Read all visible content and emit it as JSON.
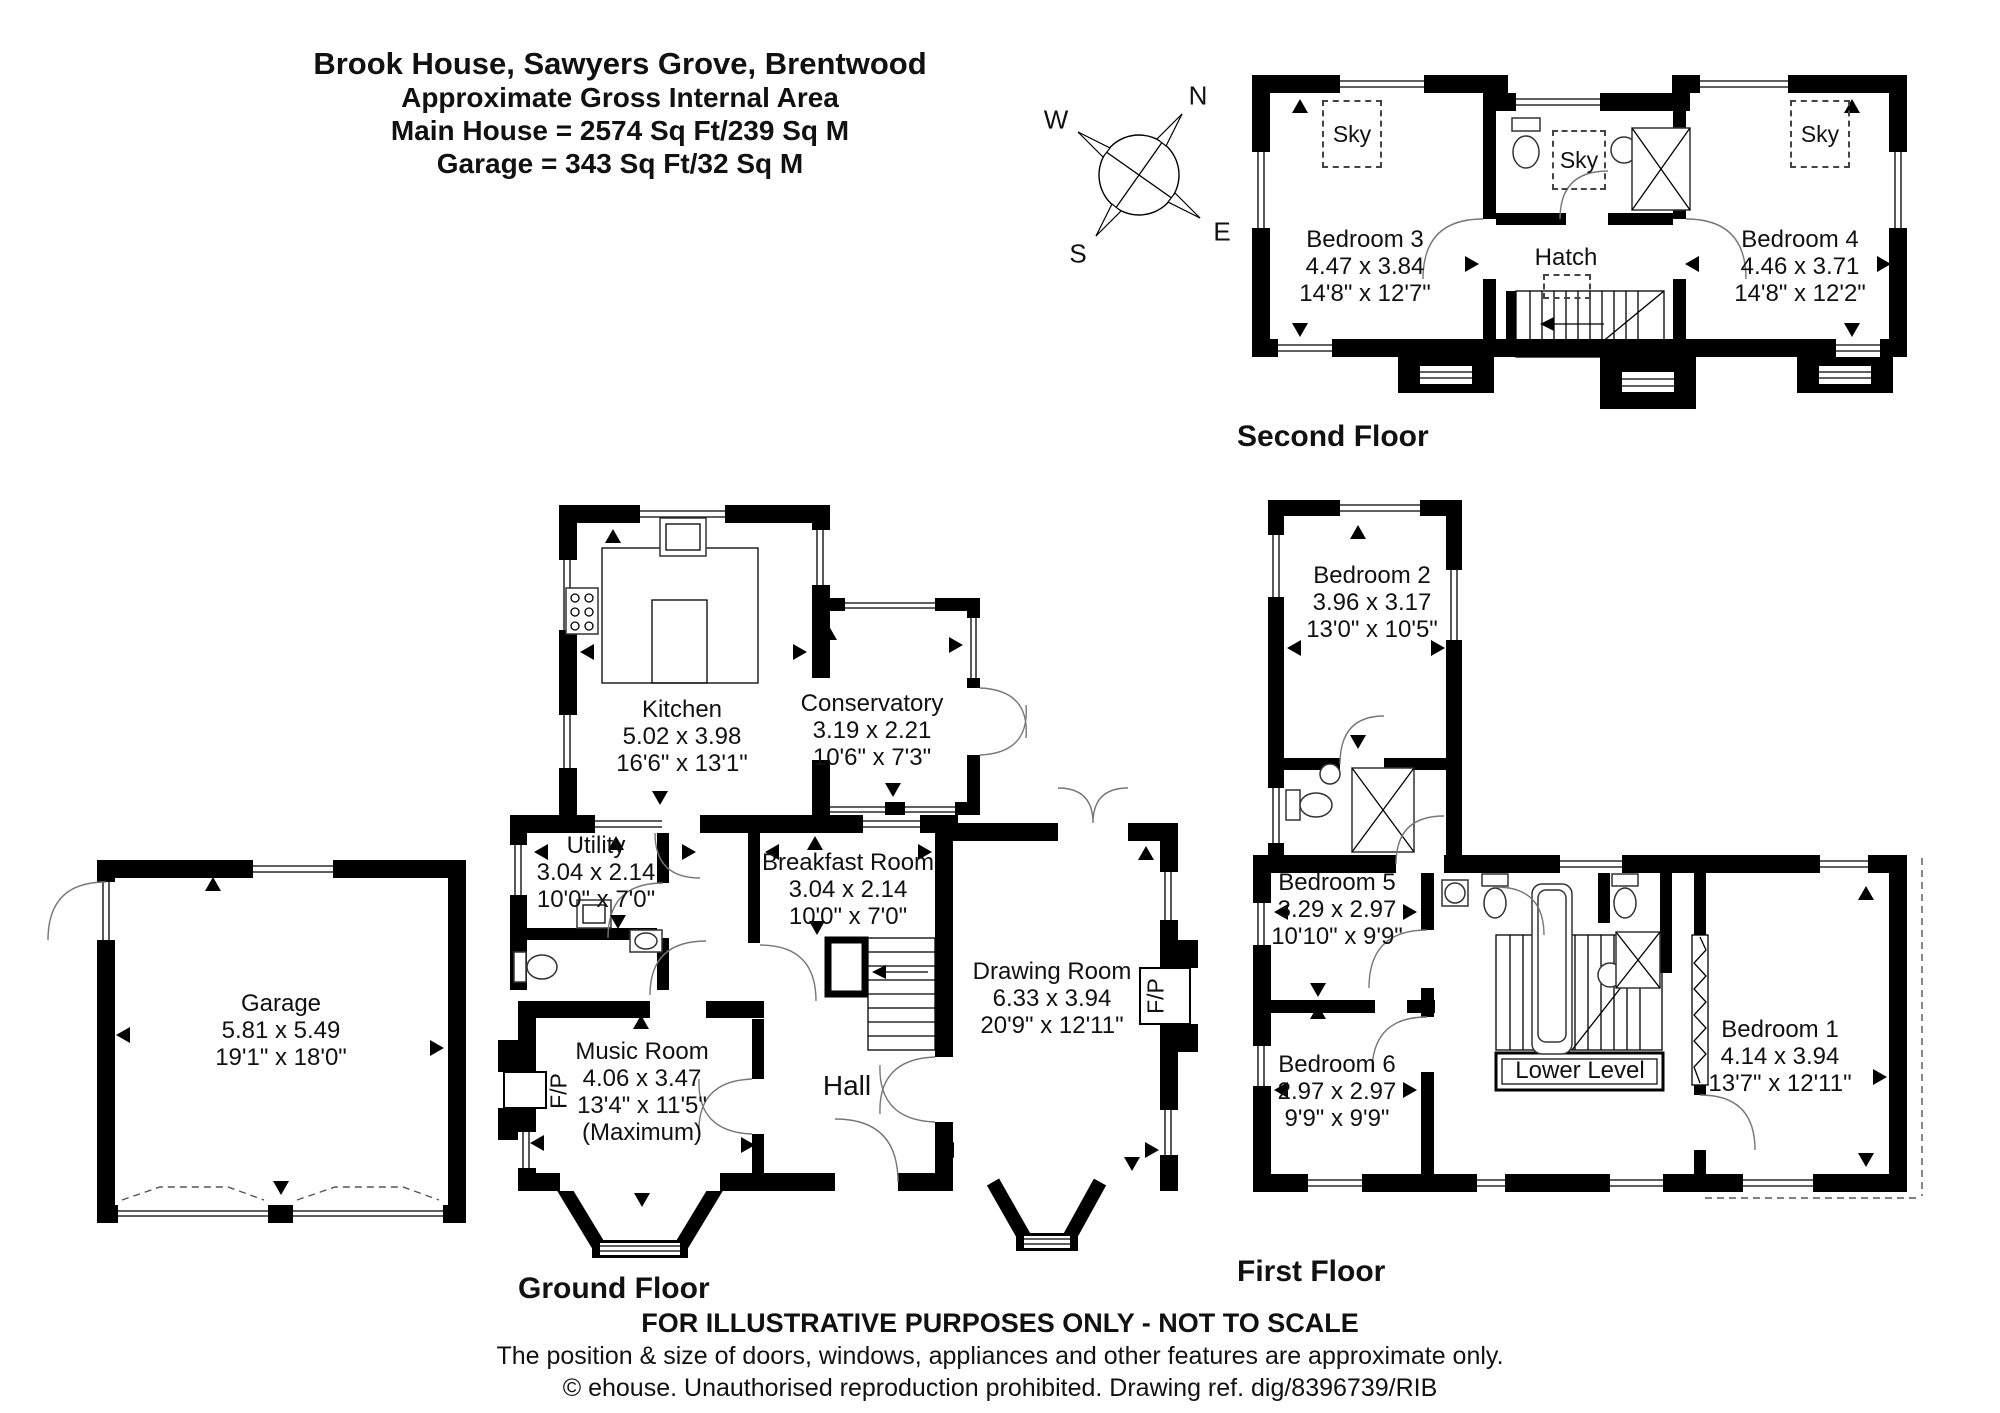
{
  "header": {
    "title": "Brook House, Sawyers Grove, Brentwood",
    "subtitle": "Approximate Gross Internal Area",
    "main_house": "Main House = 2574 Sq Ft/239 Sq M",
    "garage_area": "Garage = 343 Sq Ft/32 Sq M"
  },
  "compass": {
    "north": "N",
    "east": "E",
    "south": "S",
    "west": "W"
  },
  "floors": {
    "second": {
      "title": "Second Floor",
      "bedroom3": {
        "name": "Bedroom 3",
        "metric": "4.47 x 3.84",
        "imperial": "14'8\" x 12'7\""
      },
      "bedroom4": {
        "name": "Bedroom 4",
        "metric": "4.46 x 3.71",
        "imperial": "14'8\" x 12'2\""
      },
      "sky1": "Sky",
      "sky2": "Sky",
      "sky3": "Sky",
      "hatch": "Hatch"
    },
    "first": {
      "title": "First Floor",
      "bedroom2": {
        "name": "Bedroom 2",
        "metric": "3.96 x 3.17",
        "imperial": "13'0\" x 10'5\""
      },
      "bedroom5": {
        "name": "Bedroom 5",
        "metric": "3.29 x 2.97",
        "imperial": "10'10\" x 9'9\""
      },
      "bedroom6": {
        "name": "Bedroom 6",
        "metric": "2.97 x 2.97",
        "imperial": "9'9\" x 9'9\""
      },
      "bedroom1": {
        "name": "Bedroom 1",
        "metric": "4.14 x 3.94",
        "imperial": "13'7\" x 12'11\""
      },
      "lower_level": "Lower Level"
    },
    "ground": {
      "title": "Ground Floor",
      "kitchen": {
        "name": "Kitchen",
        "metric": "5.02 x 3.98",
        "imperial": "16'6\" x 13'1\""
      },
      "conservatory": {
        "name": "Conservatory",
        "metric": "3.19 x 2.21",
        "imperial": "10'6\" x 7'3\""
      },
      "utility": {
        "name": "Utility",
        "metric": "3.04 x 2.14",
        "imperial": "10'0\" x 7'0\""
      },
      "breakfast_room": {
        "name": "Breakfast Room",
        "metric": "3.04 x 2.14",
        "imperial": "10'0\" x 7'0\""
      },
      "drawing_room": {
        "name": "Drawing Room",
        "metric": "6.33 x 3.94",
        "imperial": "20'9\" x 12'11\""
      },
      "music_room": {
        "name": "Music Room",
        "metric": "4.06 x 3.47",
        "imperial": "13'4\" x 11'5\"",
        "note": "(Maximum)"
      },
      "hall": "Hall",
      "fireplace": "F/P"
    },
    "garage": {
      "room": {
        "name": "Garage",
        "metric": "5.81 x 5.49",
        "imperial": "19'1\" x 18'0\""
      }
    }
  },
  "footer": {
    "disclaimer": "FOR ILLUSTRATIVE PURPOSES ONLY - NOT TO SCALE",
    "note": "The position & size of doors, windows, appliances and other features are approximate only.",
    "copyright": "© ehouse. Unauthorised reproduction prohibited. Drawing ref. dig/8396739/RIB"
  }
}
